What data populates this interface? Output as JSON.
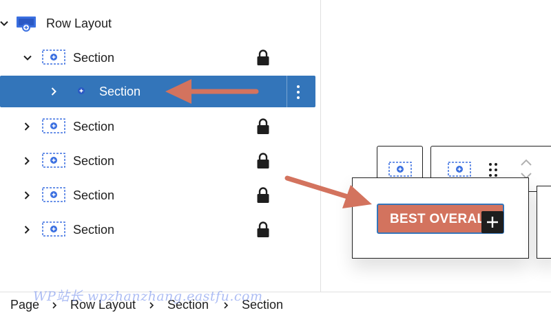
{
  "list_view": {
    "items": [
      {
        "label": "Row Layout",
        "icon": "row-layout-icon",
        "expanded": true,
        "locked": false,
        "selected": false
      },
      {
        "label": "Section",
        "icon": "section-icon",
        "expanded": true,
        "locked": true,
        "selected": false
      },
      {
        "label": "Section",
        "icon": "section-icon",
        "expanded": false,
        "locked": false,
        "selected": true
      },
      {
        "label": "Section",
        "icon": "section-icon",
        "expanded": false,
        "locked": true,
        "selected": false
      },
      {
        "label": "Section",
        "icon": "section-icon",
        "expanded": false,
        "locked": true,
        "selected": false
      },
      {
        "label": "Section",
        "icon": "section-icon",
        "expanded": false,
        "locked": true,
        "selected": false
      },
      {
        "label": "Section",
        "icon": "section-icon",
        "expanded": false,
        "locked": true,
        "selected": false
      }
    ]
  },
  "canvas": {
    "button_label": "BEST OVERALL",
    "add_block_symbol": "+"
  },
  "breadcrumb": {
    "items": [
      "Page",
      "Row Layout",
      "Section",
      "Section"
    ]
  },
  "watermark": "WP站长 wpzhanzhang.eastfu.com",
  "colors": {
    "selection_blue": "#3375ba",
    "annotation_arrow": "#d3735e",
    "button_fill": "#d3735e",
    "icon_blue": "#3a6fe0",
    "text": "#1e1e1e"
  }
}
